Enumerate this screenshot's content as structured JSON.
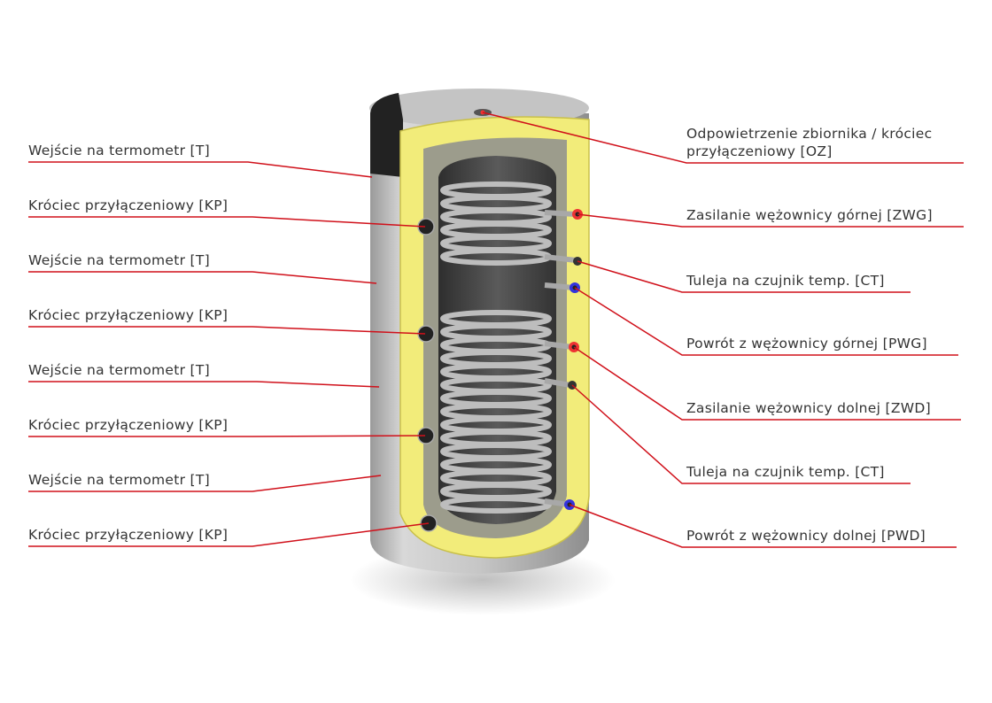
{
  "title": "Zbiornik z dwiema wężownicami - opis króćców",
  "colors": {
    "line": "#d0101a",
    "insulation": "#f2ec7a",
    "shell": "#c9c9c9",
    "inner": "#4a4a4a",
    "coil": "#b5b5b5"
  },
  "left_labels": [
    {
      "text": "Wejście na termometr [T]"
    },
    {
      "text": "Króciec przyłączeniowy [KP]"
    },
    {
      "text": "Wejście na termometr [T]"
    },
    {
      "text": "Króciec przyłączeniowy [KP]"
    },
    {
      "text": "Wejście na termometr [T]"
    },
    {
      "text": "Króciec przyłączeniowy [KP]"
    },
    {
      "text": "Wejście na termometr [T]"
    },
    {
      "text": "Króciec przyłączeniowy [KP]"
    }
  ],
  "right_labels": [
    {
      "line1": "Odpowietrzenie zbiornika / króciec",
      "line2": "przyłączeniowy [OZ]"
    },
    {
      "text": "Zasilanie wężownicy górnej [ZWG]"
    },
    {
      "text": "Tuleja na czujnik temp. [CT]"
    },
    {
      "text": "Powrót z wężownicy górnej [PWG]"
    },
    {
      "text": "Zasilanie wężownicy dolnej [ZWD]"
    },
    {
      "text": "Tuleja na czujnik temp. [CT]"
    },
    {
      "text": "Powrót z wężownicy dolnej [PWD]"
    }
  ]
}
